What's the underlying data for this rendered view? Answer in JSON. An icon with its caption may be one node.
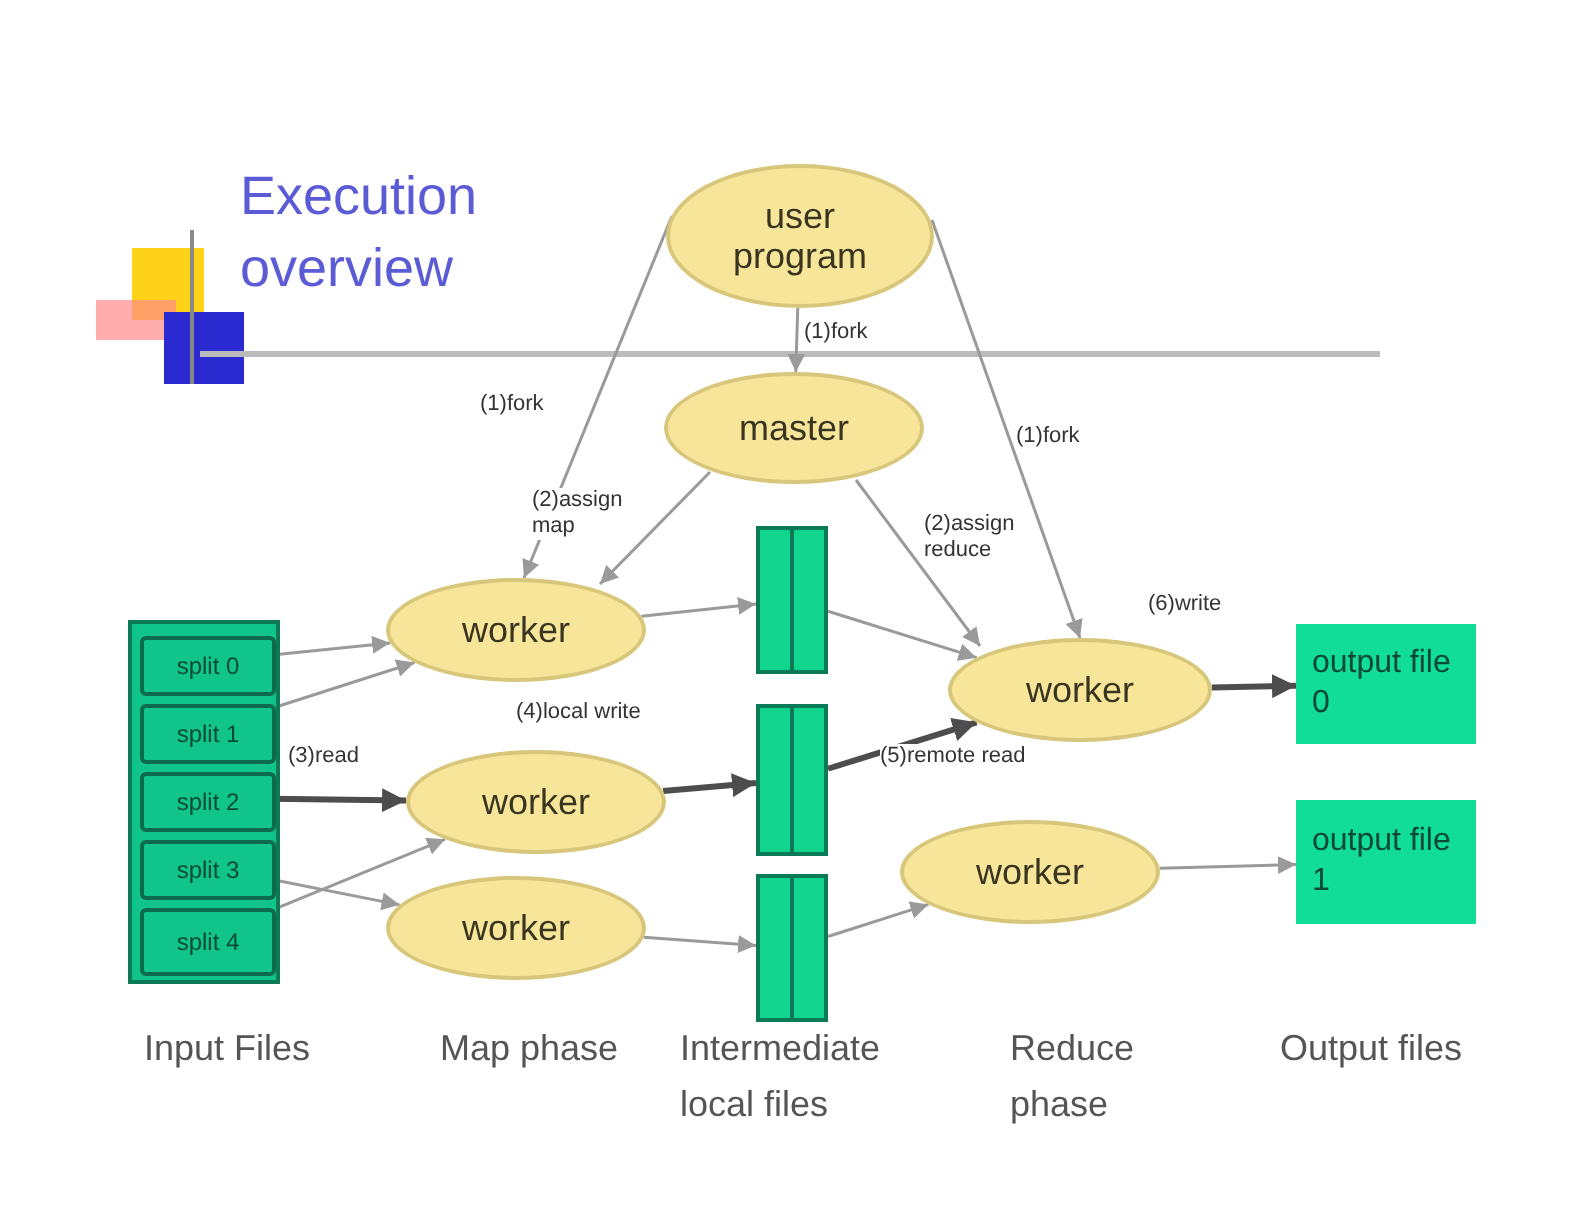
{
  "diagram": {
    "title": "Execution overview",
    "nodes": [
      {
        "text": [
          "user program"
        ]
      },
      {
        "text": [
          "master"
        ]
      },
      {
        "text": [],
        "shape": "box"
      },
      {
        "text": [
          "split 0"
        ],
        "in": 2
      },
      {
        "text": [
          "split 1"
        ],
        "in": 2
      },
      {
        "text": [
          "split 2"
        ],
        "in": 2
      },
      {
        "text": [
          "split 3"
        ],
        "in": 2
      },
      {
        "text": [
          "split 4"
        ],
        "in": 2
      },
      {
        "text": [
          "worker"
        ]
      },
      {
        "text": [
          "worker"
        ]
      },
      {
        "text": [
          "worker"
        ]
      },
      {
        "text": [],
        "shape": "bar"
      },
      {
        "text": [],
        "shape": "bar"
      },
      {
        "text": [],
        "shape": "bar"
      },
      {
        "text": [
          "worker"
        ]
      },
      {
        "text": [
          "worker"
        ]
      },
      {
        "text": [
          "output file 0"
        ]
      },
      {
        "text": [
          "output file 1"
        ]
      }
    ],
    "edges": [
      {
        "from": 0,
        "to": 8,
        "arrow": "to",
        "label": "(1)fork"
      },
      {
        "from": 0,
        "to": 1,
        "arrow": "to",
        "label": "(1)fork"
      },
      {
        "from": 0,
        "to": 14,
        "arrow": "to",
        "label": "(1)fork"
      },
      {
        "from": 1,
        "to": 8,
        "arrow": "to",
        "label": "(2)assign map"
      },
      {
        "from": 1,
        "to": 14,
        "arrow": "to",
        "label": "(2)assign reduce"
      },
      {
        "from": 3,
        "to": 8,
        "arrow": "to"
      },
      {
        "from": 4,
        "to": 8,
        "arrow": "to"
      },
      {
        "from": 5,
        "to": 9,
        "arrow": "to",
        "label": "(3)read",
        "style": "thick",
        "color": "#4d4d4d"
      },
      {
        "from": 7,
        "to": 9,
        "arrow": "to"
      },
      {
        "from": 6,
        "to": 10,
        "arrow": "to"
      },
      {
        "from": 8,
        "to": 11,
        "arrow": "to"
      },
      {
        "from": 9,
        "to": 12,
        "arrow": "to",
        "label": "(4)local write",
        "style": "thick",
        "color": "#4d4d4d"
      },
      {
        "from": 10,
        "to": 13,
        "arrow": "to"
      },
      {
        "from": 11,
        "to": 14,
        "arrow": "to"
      },
      {
        "from": 12,
        "to": 14,
        "arrow": "to",
        "label": "(5)remote read",
        "style": "thick",
        "color": "#4d4d4d"
      },
      {
        "from": 13,
        "to": 15,
        "arrow": "to"
      },
      {
        "from": 14,
        "to": 16,
        "arrow": "to",
        "label": "(6)write",
        "style": "thick",
        "color": "#4d4d4d"
      },
      {
        "from": 15,
        "to": 17,
        "arrow": "to"
      }
    ],
    "labels": [
      "Input Files",
      "Map phase",
      "Intermediate local files",
      "Reduce phase",
      "Output files"
    ]
  }
}
